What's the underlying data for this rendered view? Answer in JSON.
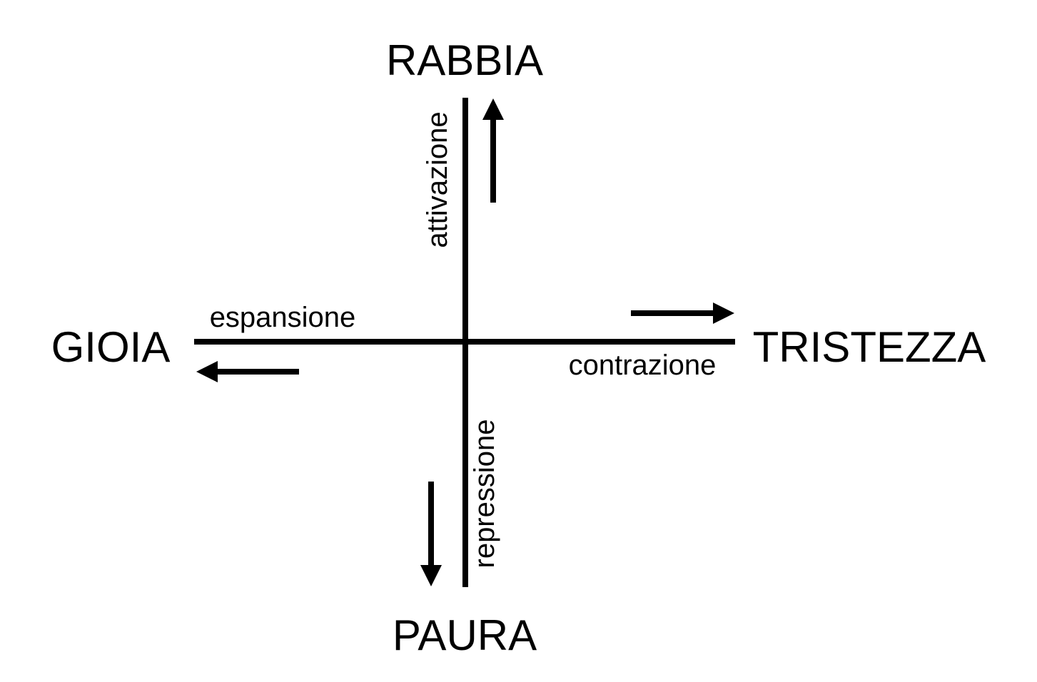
{
  "emotions": {
    "top": "RABBIA",
    "bottom": "PAURA",
    "left": "GIOIA",
    "right": "TRISTEZZA"
  },
  "axis_labels": {
    "up": "attivazione",
    "down": "repressione",
    "left": "espansione",
    "right": "contrazione"
  },
  "colors": {
    "ink": "#000000",
    "background": "#ffffff"
  }
}
